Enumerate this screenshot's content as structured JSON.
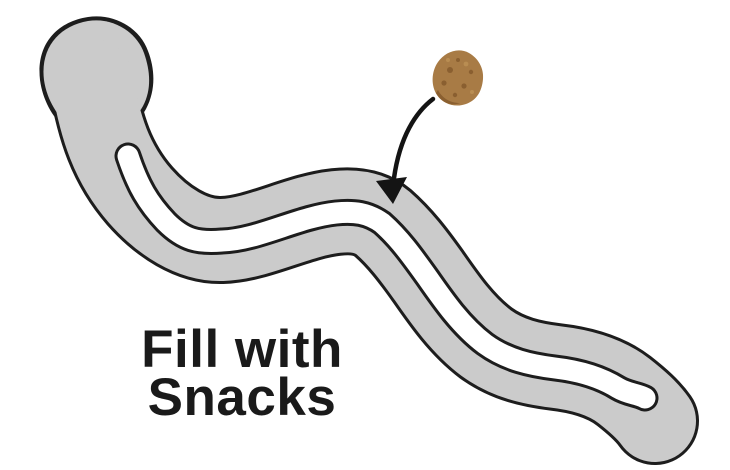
{
  "scene": {
    "background": "#ffffff",
    "caption": {
      "line1": "Fill with",
      "line2": "Snacks",
      "color": "#1a1a1a"
    },
    "elements": {
      "snake_toy": "snuffle-snake-toy",
      "channel": "snack-channel-slot",
      "treat": "kibble-treat",
      "arrow": "insert-arrow"
    },
    "colors": {
      "body": "#cbcbcb",
      "outline": "#1d1d1d",
      "channel": "#ffffff",
      "arrow": "#141414",
      "treat_base": "#a87b45",
      "treat_dark": "#8a5f30",
      "treat_light": "#b98d52"
    }
  }
}
